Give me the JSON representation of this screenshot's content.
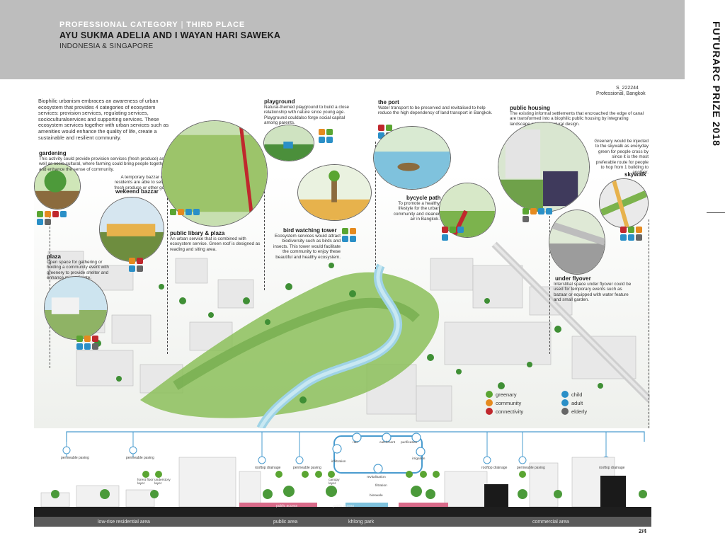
{
  "header": {
    "category": "PROFESSIONAL CATEGORY",
    "separator": "|",
    "place": "THIRD PLACE",
    "names": "AYU SUKMA ADELIA AND I WAYAN HARI SAWEKA",
    "country": "INDONESIA & SINGAPORE"
  },
  "side_title": "FUTURARC PRIZE 2018",
  "entry": {
    "code": "S_222244",
    "type": "Professional, Bangkok"
  },
  "intro": "Biophilic urbanism embraces an awareness of urban ecosystem that provides 4 categories of ecosystem services: provision services, regulating services, socioculturalservices and supporting services. These ecosystem services together with urban services such as amenities would enhance the quality of life, create a sustainable and resilient community.",
  "features": {
    "gardening": {
      "title": "gardening",
      "text": "This activity could provide provision services (fresh produce) as well as socio-cultural, where farming could bring people together and enhance the sense of community."
    },
    "bazzar": {
      "title": "wekeend bazzar",
      "text": "A temporary bazzar where residents are able to sell their fresh produce or other goods."
    },
    "library": {
      "title": "public libary & plaza",
      "text": "An urban service that is combined with ecosystem service. Green roof is designed as reading and siting area."
    },
    "plaza": {
      "title": "plaza",
      "text": "Open space for gathering or holding a community event with greenery to provide shelter and enhance microclimate."
    },
    "playground": {
      "title": "playground",
      "text": "Natural-themed playground to build a close relationship with nature since young age. Playground couldalso forge social capital among parents."
    },
    "port": {
      "title": "the port",
      "text": "Water transport to be preserved and revitalised to help reduce the high dependency of land transport in Bangkok."
    },
    "tower": {
      "title": "bird watching tower",
      "text": "Ecosystem services would attract biodiversity such as birds and insects. This tower would facilitate the community to enjoy these beautiful and healthy ecosystem."
    },
    "bicycle": {
      "title": "bycycle path",
      "text": "To promote a healthy lifestyle for the urban community and cleaner air in Bangkok."
    },
    "housing": {
      "title": "public housing",
      "text": "The existing informal settlements that encroached the edge of canal are transformed into a biophilic public housing by integrating landscape into architectural design."
    },
    "skywalk": {
      "title": "skywalk",
      "text": "Greenery would be injected to the skywalk as everyday green for people cross by since it is the most preferable route for people to hop from 1 building to another."
    },
    "flyover": {
      "title": "under flyover",
      "text": "Interstitial space under flyover could be used for temporary events such as bazaar or equipped with water feature and small garden."
    }
  },
  "legend": {
    "services": [
      {
        "label": "greenary",
        "color": "#5aa532"
      },
      {
        "label": "community",
        "color": "#e58a1f"
      },
      {
        "label": "connectivity",
        "color": "#c0282d"
      }
    ],
    "users": [
      {
        "label": "child",
        "color": "#2a8fc7"
      },
      {
        "label": "adult",
        "color": "#2a8fc7"
      },
      {
        "label": "elderly",
        "color": "#666666"
      }
    ]
  },
  "section": {
    "zones": [
      "low-rise residential area",
      "public area",
      "khlong park",
      "commercial area"
    ],
    "water_cycle": [
      "rain",
      "catchment",
      "purification",
      "infiltration",
      "revitalisation",
      "irrigation"
    ],
    "tags": {
      "permeable_paving": "permeable paving",
      "rooftop_drainage": "rooftop drainage",
      "forest_floor": "forest floor layer",
      "understory": "understory layer",
      "canopy": "canopy layer",
      "filtration": "filtration",
      "bioswale": "bioswale"
    },
    "labels": [
      "public access",
      "public access"
    ]
  },
  "page": "2/4"
}
